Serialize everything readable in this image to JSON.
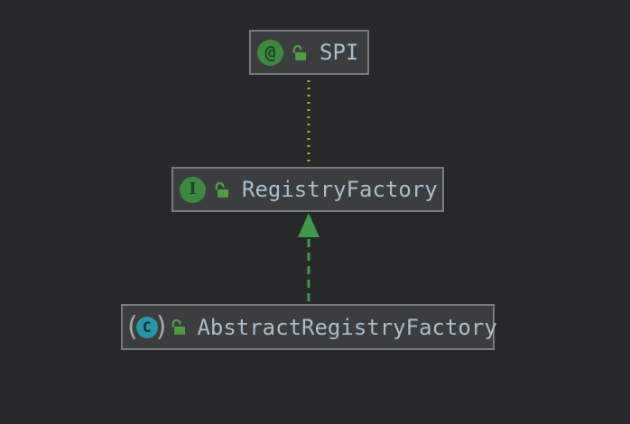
{
  "colors": {
    "canvas_bg": "#272829",
    "node_bg": "#3b3d3e",
    "node_border": "#797c7e",
    "label": "#a9bdcd",
    "icon_green": "#3b8a3f",
    "icon_glyph_dark": "#1d4620",
    "lock_green": "#4f9c44",
    "icon_teal": "#2696a9",
    "teal_glyph": "#0d3138",
    "paren_gray": "#a0a6aa",
    "edge_dotted_yellow": "#b3aa3c",
    "edge_green": "#3f9b4a"
  },
  "diagram": {
    "nodes": [
      {
        "label": "SPI",
        "kind": "annotation",
        "icon_glyph": "@",
        "visibility": "public"
      },
      {
        "label": "RegistryFactory",
        "kind": "interface",
        "icon_glyph": "I",
        "visibility": "public"
      },
      {
        "label": "AbstractRegistryFactory",
        "kind": "abstract-class",
        "icon_glyph": "C",
        "paren_left": "(",
        "paren_right": ")",
        "visibility": "public"
      }
    ],
    "edges": [
      {
        "from": "SPI",
        "to": "RegistryFactory",
        "style": "dotted",
        "color": "#b3aa3c",
        "arrowhead": "none"
      },
      {
        "from": "AbstractRegistryFactory",
        "to": "RegistryFactory",
        "style": "dashed",
        "color": "#3f9b4a",
        "arrowhead": "triangle"
      }
    ]
  }
}
